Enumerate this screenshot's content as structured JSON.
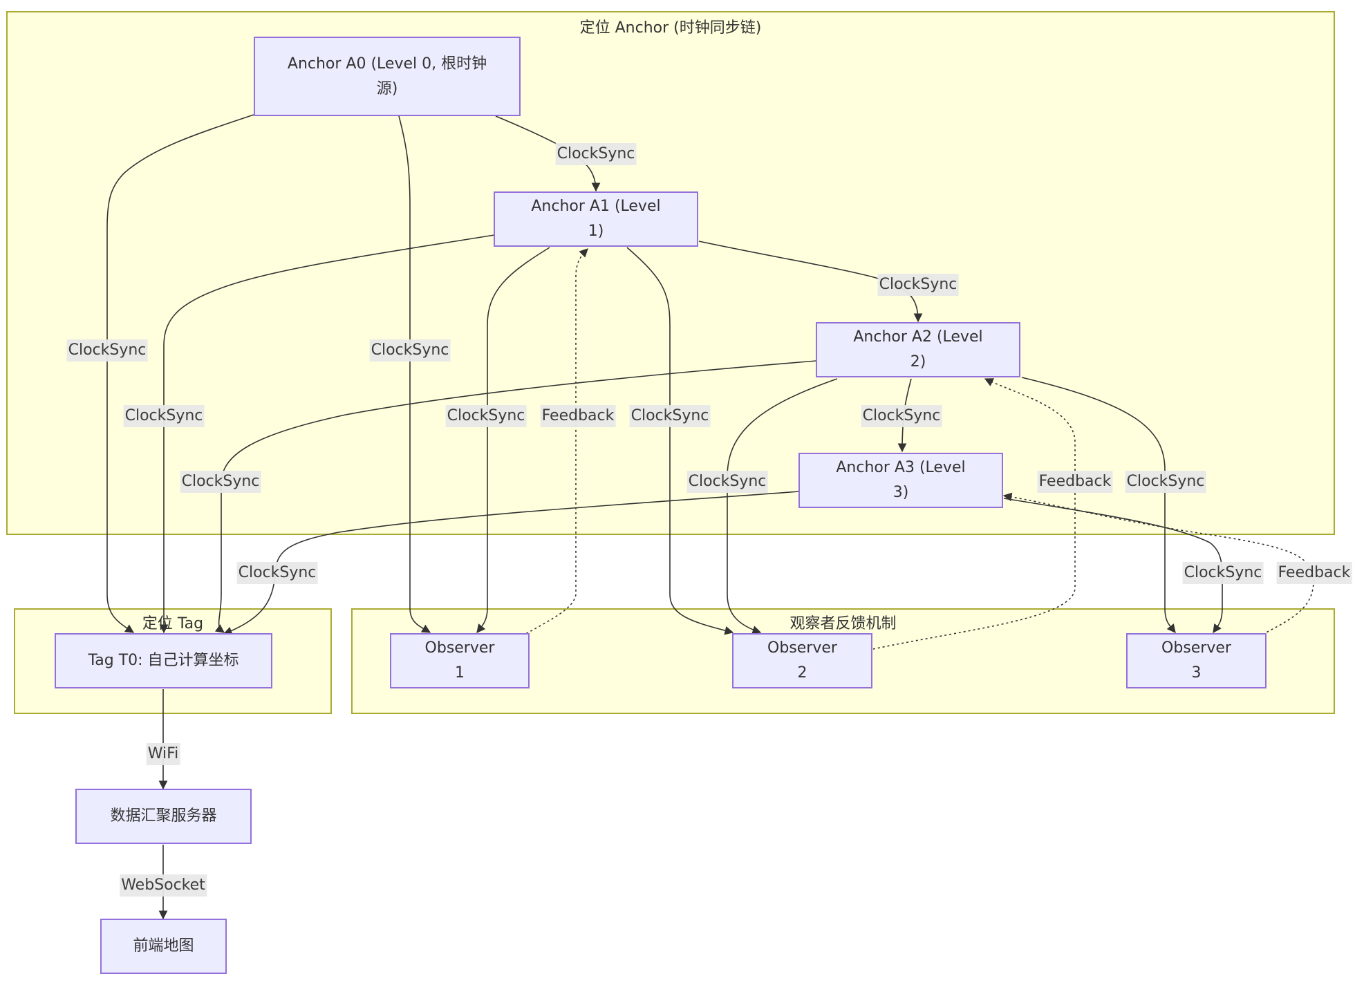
{
  "diagram": {
    "type": "flowchart",
    "colors": {
      "node_fill": "#ececff",
      "node_stroke": "#9370db",
      "cluster_fill": "#ffffde",
      "cluster_stroke": "#aaaa33",
      "edge": "#333333",
      "label_bg": "#e8e8e8"
    },
    "clusters": {
      "anchors": {
        "title": "定位 Anchor (时钟同步链)"
      },
      "tag": {
        "title": "定位 Tag"
      },
      "observers": {
        "title": "观察者反馈机制"
      }
    },
    "nodes": {
      "a0": "Anchor A0 (Level 0, 根时钟源)",
      "a1": "Anchor A1 (Level 1)",
      "a2": "Anchor A2 (Level 2)",
      "a3": "Anchor A3 (Level 3)",
      "t0": "Tag T0: 自己计算坐标",
      "obs1": "Observer 1",
      "obs2": "Observer 2",
      "obs3": "Observer 3",
      "server": "数据汇聚服务器",
      "map": "前端地图"
    },
    "edges": [
      {
        "id": "a0-a1",
        "from": "a0",
        "to": "a1",
        "label": "ClockSync",
        "style": "solid"
      },
      {
        "id": "a0-t0",
        "from": "a0",
        "to": "t0",
        "label": "ClockSync",
        "style": "solid"
      },
      {
        "id": "a0-obs1",
        "from": "a0",
        "to": "obs1",
        "label": "ClockSync",
        "style": "solid"
      },
      {
        "id": "a1-a2",
        "from": "a1",
        "to": "a2",
        "label": "ClockSync",
        "style": "solid"
      },
      {
        "id": "a1-t0",
        "from": "a1",
        "to": "t0",
        "label": "ClockSync",
        "style": "solid"
      },
      {
        "id": "a1-obs1",
        "from": "a1",
        "to": "obs1",
        "label": "ClockSync",
        "style": "solid"
      },
      {
        "id": "a1-obs2",
        "from": "a1",
        "to": "obs2",
        "label": "ClockSync",
        "style": "solid"
      },
      {
        "id": "obs1-a1",
        "from": "obs1",
        "to": "a1",
        "label": "Feedback",
        "style": "dotted"
      },
      {
        "id": "a2-a3",
        "from": "a2",
        "to": "a3",
        "label": "ClockSync",
        "style": "solid"
      },
      {
        "id": "a2-t0",
        "from": "a2",
        "to": "t0",
        "label": "ClockSync",
        "style": "solid"
      },
      {
        "id": "a2-obs2",
        "from": "a2",
        "to": "obs2",
        "label": "ClockSync",
        "style": "solid"
      },
      {
        "id": "a2-obs3",
        "from": "a2",
        "to": "obs3",
        "label": "ClockSync",
        "style": "solid"
      },
      {
        "id": "obs2-a2",
        "from": "obs2",
        "to": "a2",
        "label": "Feedback",
        "style": "dotted"
      },
      {
        "id": "a3-t0",
        "from": "a3",
        "to": "t0",
        "label": "ClockSync",
        "style": "solid"
      },
      {
        "id": "a3-obs3",
        "from": "a3",
        "to": "obs3",
        "label": "ClockSync",
        "style": "solid"
      },
      {
        "id": "obs3-a3",
        "from": "obs3",
        "to": "a3",
        "label": "Feedback",
        "style": "dotted"
      },
      {
        "id": "t0-server",
        "from": "t0",
        "to": "server",
        "label": "WiFi",
        "style": "solid"
      },
      {
        "id": "server-map",
        "from": "server",
        "to": "map",
        "label": "WebSocket",
        "style": "solid"
      }
    ]
  }
}
